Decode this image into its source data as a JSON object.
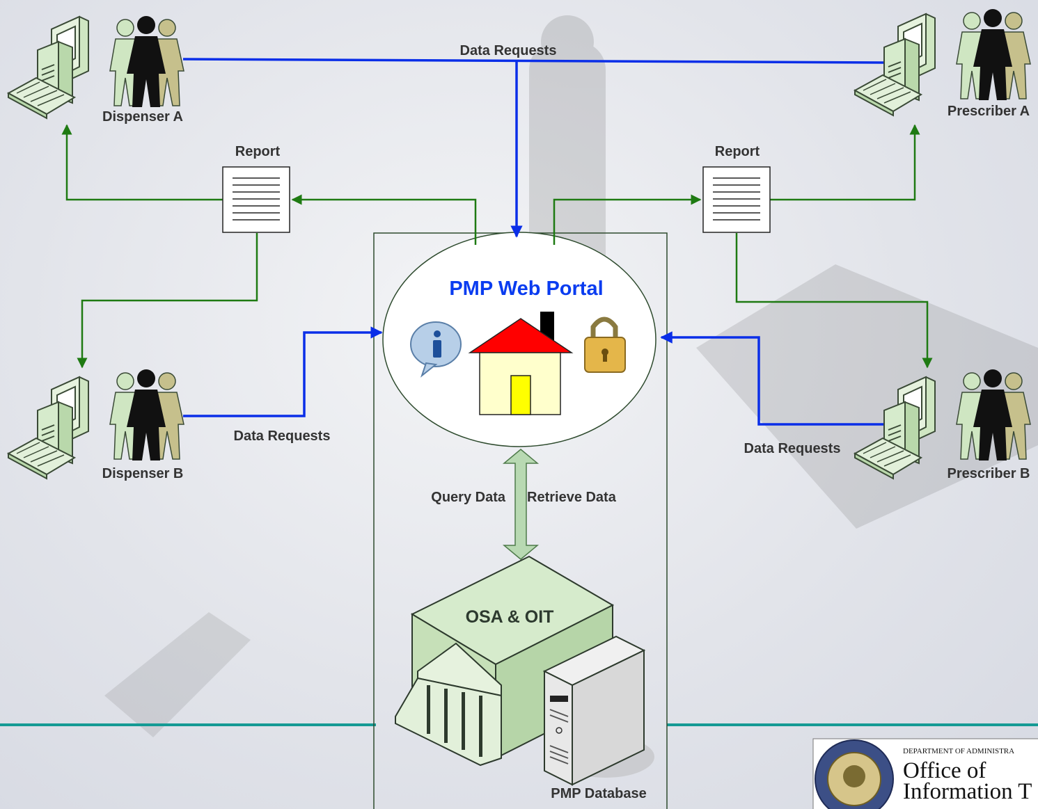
{
  "nodes": {
    "dispenser_a": "Dispenser A",
    "dispenser_b": "Dispenser B",
    "prescriber_a": "Prescriber A",
    "prescriber_b": "Prescriber B",
    "report_left": "Report",
    "report_right": "Report",
    "portal_title": "PMP Web Portal",
    "osa_oit": "OSA & OIT",
    "pmp_database": "PMP Database"
  },
  "edges": {
    "data_requests_top": "Data Requests",
    "data_requests_left": "Data Requests",
    "data_requests_right": "Data Requests",
    "query_data": "Query Data",
    "retrieve_data": "Retrieve Data"
  },
  "logo": {
    "department_line": "DEPARTMENT OF ADMINISTRA",
    "office_line1": "Office of",
    "office_line2": "Information T"
  },
  "colors": {
    "data_flow": "#0a2ee8",
    "report_flow": "#1e7a12",
    "divider": "#159a94",
    "portal_title": "#0a3cf0",
    "house_roof": "#ff0000",
    "house_door": "#ffff00"
  }
}
